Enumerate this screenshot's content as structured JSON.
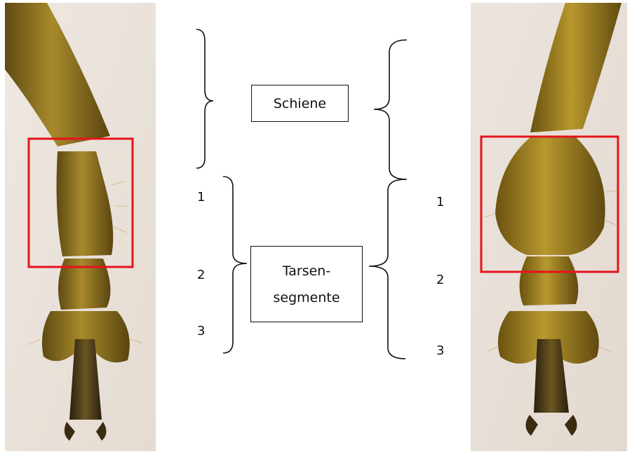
{
  "labels": {
    "schiene": "Schiene",
    "tarsen_line1": "Tarsen-",
    "tarsen_line2": "segmente"
  },
  "left_numbers": [
    "1",
    "2",
    "3"
  ],
  "right_numbers": [
    "1",
    "2",
    "3"
  ],
  "colors": {
    "highlight_box": "#e8121c",
    "background": "#ffffff",
    "photo_background": "#ece6e0",
    "leg_gold": "#8a6a1a",
    "leg_dark": "#4a3a12"
  }
}
